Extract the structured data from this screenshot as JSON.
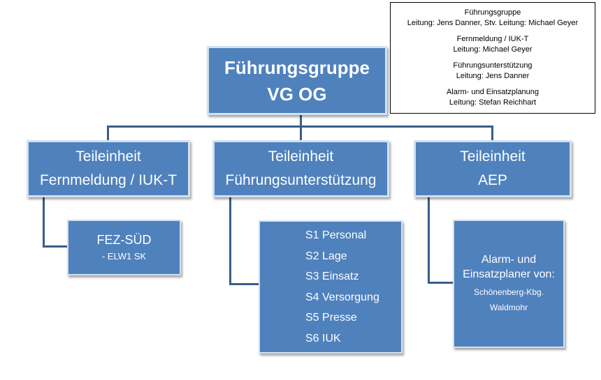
{
  "root": {
    "line1": "Führungsgruppe",
    "line2": "VG OG"
  },
  "units": [
    {
      "line1": "Teileinheit",
      "line2": "Fernmeldung / IUK-T"
    },
    {
      "line1": "Teileinheit",
      "line2": "Führungsunterstützung"
    },
    {
      "line1": "Teileinheit",
      "line2": "AEP"
    }
  ],
  "fez": {
    "title": "FEZ-SÜD",
    "subtitle": "- ELW1 SK"
  },
  "s_items": [
    "S1 Personal",
    "S2 Lage",
    "S3 Einsatz",
    "S4 Versorgung",
    "S5 Presse",
    "S6 IUK"
  ],
  "aep_box": {
    "line1": "Alarm- und",
    "line2": "Einsatzplaner von:",
    "place1": "Schönenberg-Kbg.",
    "place2": "Waldmohr"
  },
  "legend": [
    {
      "title": "Führungsgruppe",
      "detail": "Leitung: Jens Danner, Stv. Leitung: Michael Geyer"
    },
    {
      "title": "Fernmeldung / IUK-T",
      "detail": "Leitung: Michael Geyer"
    },
    {
      "title": "Führungsunterstützung",
      "detail": "Leitung: Jens Danner"
    },
    {
      "title": "Alarm- und Einsatzplanung",
      "detail": "Leitung: Stefan Reichhart"
    }
  ],
  "colors": {
    "box_fill": "#4f81bd",
    "box_border": "#d3e1f1",
    "connector": "#385d8a",
    "text": "#ffffff"
  }
}
